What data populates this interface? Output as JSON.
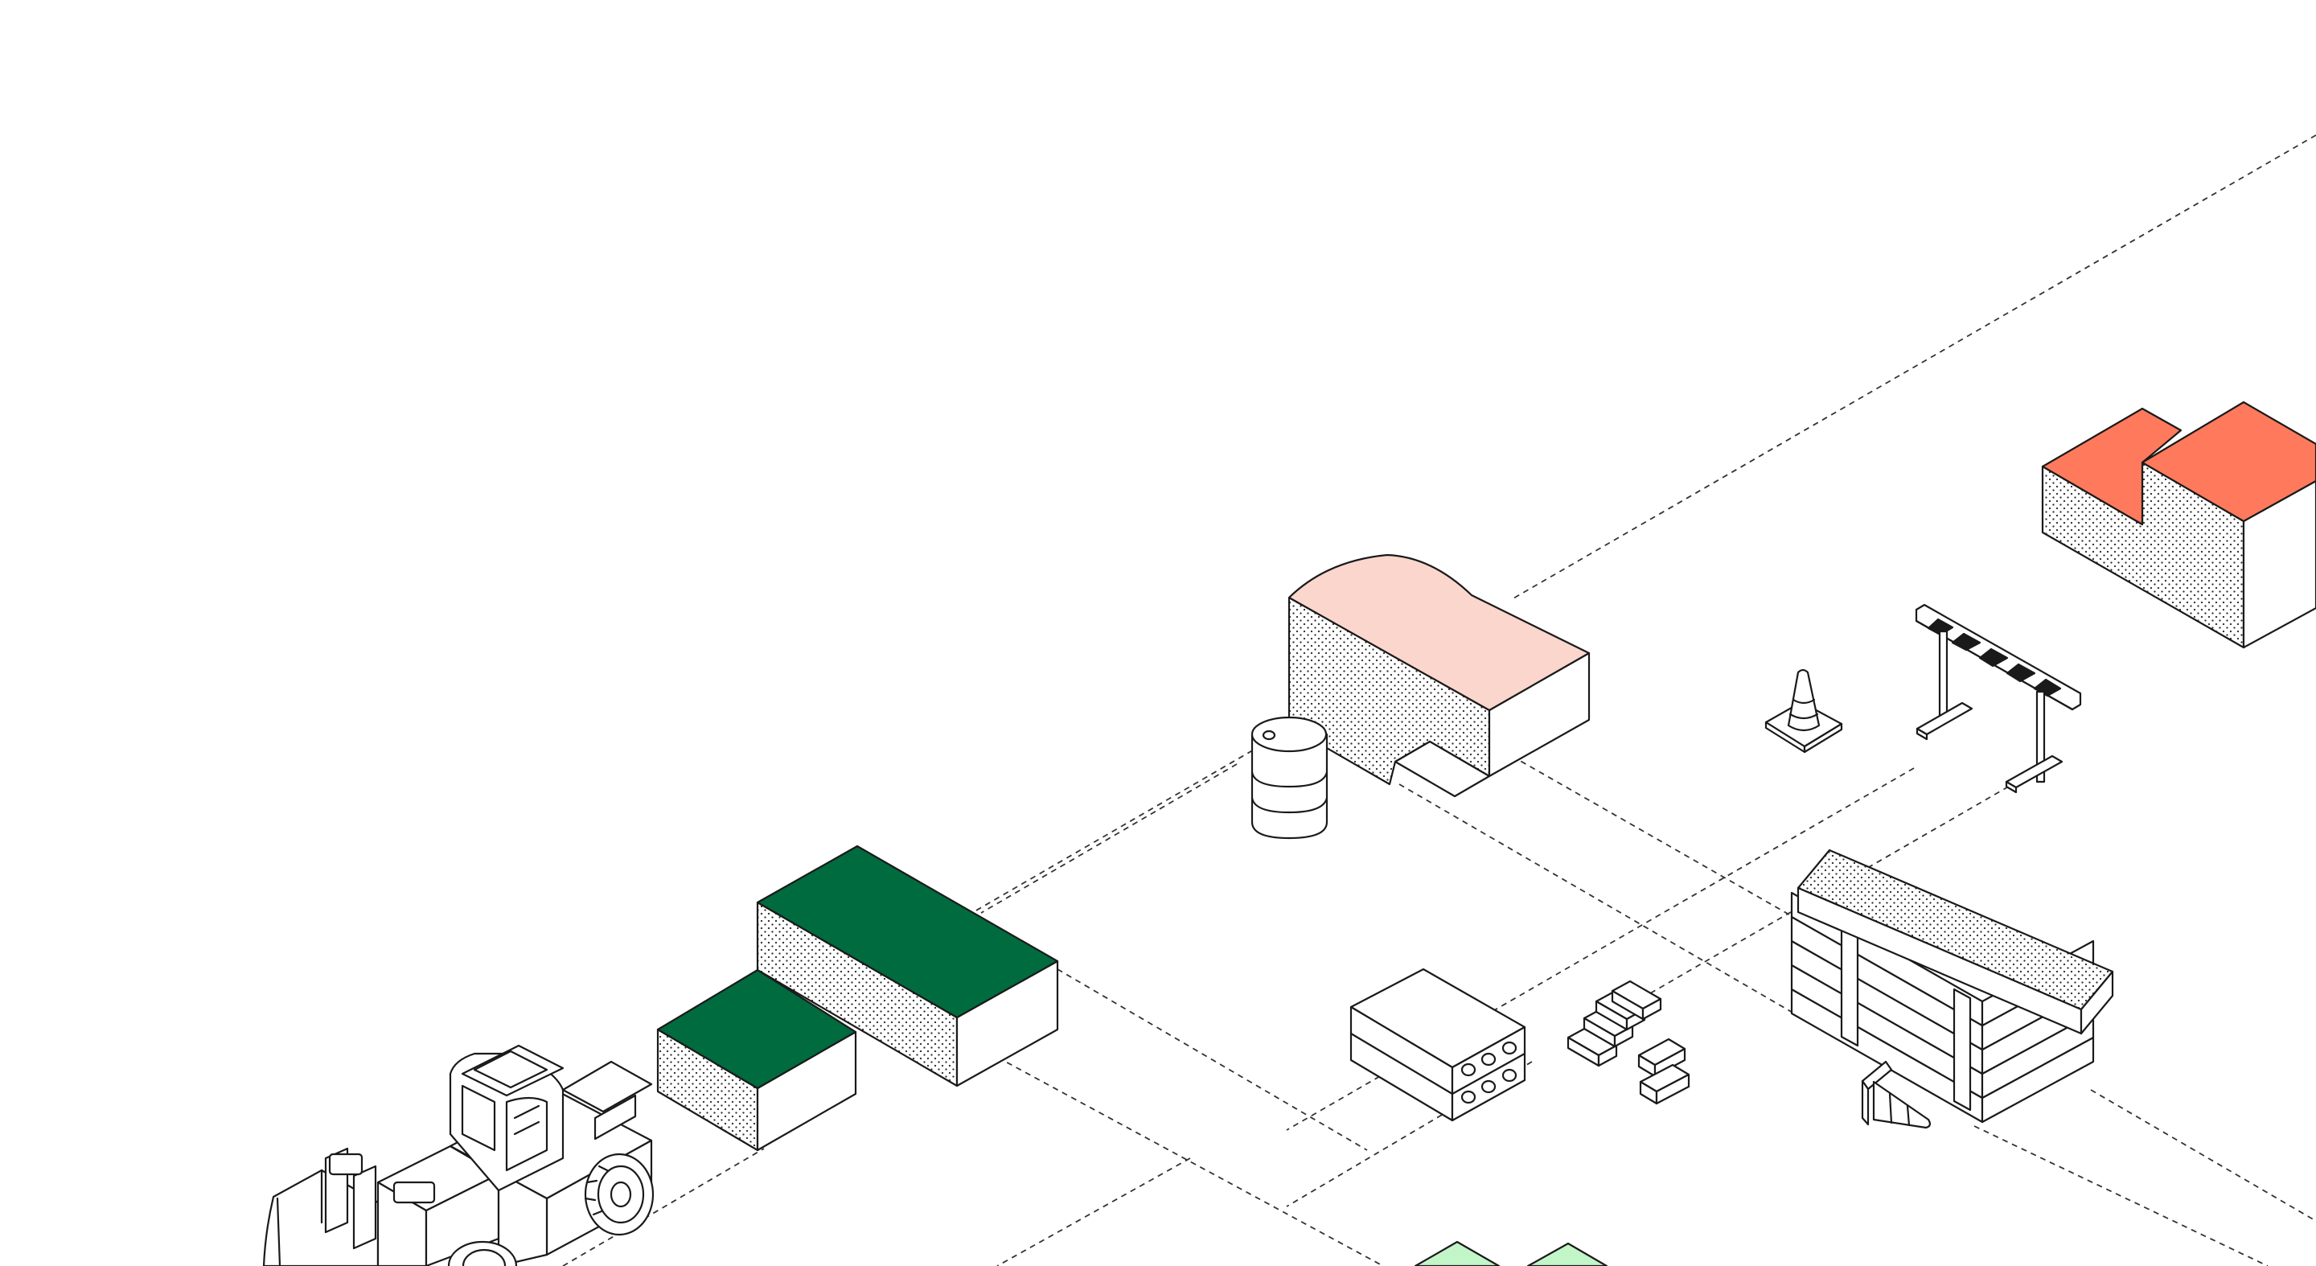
{
  "scene": {
    "colors": {
      "background": "#ffffff",
      "outline": "#1a1a1a",
      "dark_green": "#006b3f",
      "salmon": "#ff7a5c",
      "pale_pink": "#fbd6cc",
      "light_green": "#c2f5c8",
      "stipple": "#2a2a2a"
    },
    "objects": [
      "wheel-loader-icon",
      "stepped-green-block",
      "rounded-pink-block",
      "oil-barrel-icon",
      "traffic-cone-icon",
      "road-barrier-icon",
      "salmon-stepped-block",
      "hollow-brick-stack-icon",
      "loose-bricks-icon",
      "lumber-pallet-icon",
      "fallen-cone-icon",
      "light-green-blocks"
    ]
  }
}
